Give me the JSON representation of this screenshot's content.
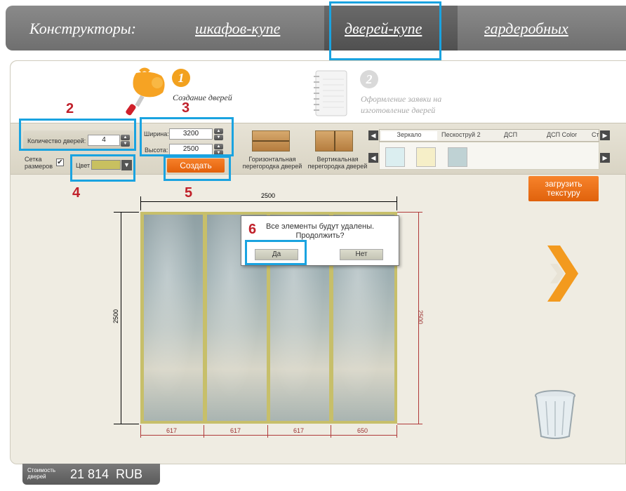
{
  "nav": {
    "label": "Конструкторы:",
    "links": [
      "шкафов-купе",
      "дверей-купе",
      "гардеробных"
    ],
    "active": "дверей-купе"
  },
  "annotations": [
    "1",
    "2",
    "3",
    "4",
    "5",
    "6"
  ],
  "steps": [
    {
      "num": "1",
      "text": "Создание дверей",
      "state": "active"
    },
    {
      "num": "2",
      "text": "Оформление заявки на изготовление дверей",
      "state": "inactive"
    }
  ],
  "toolbar": {
    "door_count_label": "Количество дверей:",
    "door_count": "4",
    "grid_label": "Сетка размеров",
    "grid_checked": true,
    "color_label": "Цвет",
    "color_value": "#c8c060",
    "width_label": "Ширина:",
    "width_value": "3200",
    "height_label": "Высота:",
    "height_value": "2500",
    "create_label": "Создать",
    "horizontal_label": "Горизонтальная перегородка дверей",
    "vertical_label": "Вертикальная перегородка дверей",
    "tabs": [
      "Зеркало",
      "Пескоструй 2",
      "ДСП",
      "ДСП Color",
      "Ст"
    ],
    "active_tab": "Зеркало",
    "swatches": [
      "#dbeef0",
      "#f6efc8",
      "#bfd2d4"
    ]
  },
  "upload_label": "загрузить текстуру",
  "dimensions": {
    "top": "2500",
    "left": "2500",
    "right": "2500",
    "bottom": [
      "617",
      "617",
      "617",
      "650"
    ]
  },
  "dialog": {
    "message": "Все элементы будут удалены. Продолжить?",
    "yes": "Да",
    "no": "Нет"
  },
  "cost": {
    "label": "Стоимость дверей",
    "value": "21 814",
    "currency": "RUB"
  },
  "colors": {
    "accent": "#f07020",
    "highlight": "#1aa3e0",
    "annotation": "#c0202a",
    "frame": "#c7bf6a"
  }
}
